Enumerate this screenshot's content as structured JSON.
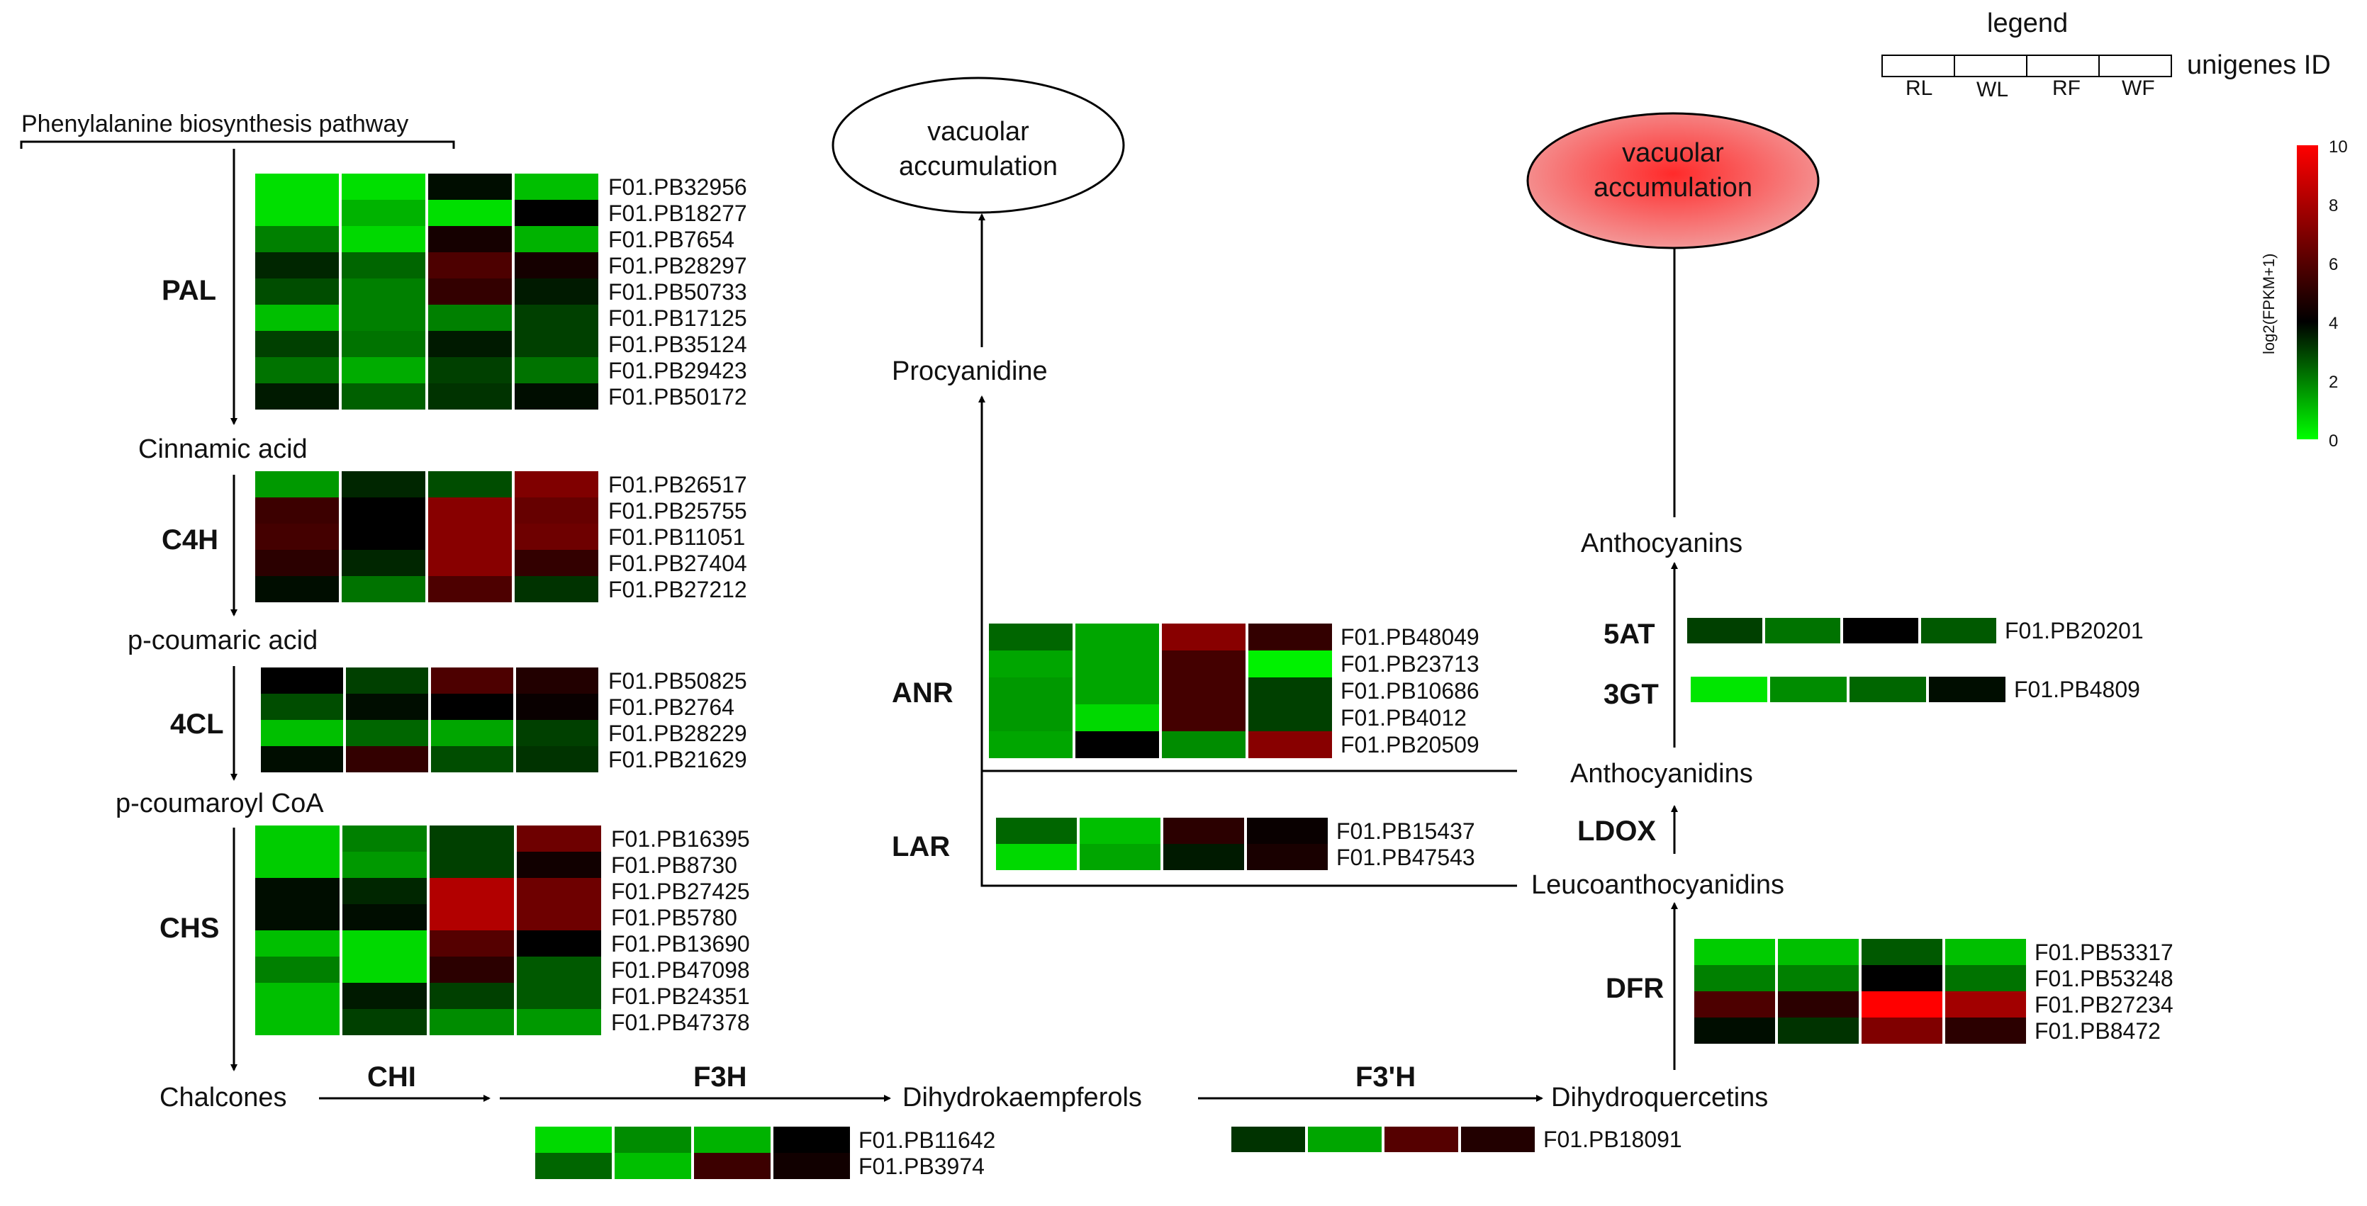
{
  "legend": {
    "title": "legend",
    "id_label": "unigenes ID",
    "columns": [
      "RL",
      "WL",
      "RF",
      "WF"
    ],
    "scale_title": "log2(FPKM+1)",
    "scale_ticks": [
      "10",
      "8",
      "6",
      "4",
      "2",
      "0"
    ],
    "scale_colors": {
      "low": "#00ff00",
      "mid": "#000000",
      "high": "#ff0000"
    }
  },
  "pathway": {
    "start": "Phenylalanine biosynthesis pathway",
    "vacuolar_left": "vacuolar accumulation",
    "vacuolar_right": "vacuolar accumulation",
    "compounds": {
      "cinnamic": "Cinnamic acid",
      "pcoumaric": "p-coumaric acid",
      "pcoumaroyl": "p-coumaroyl CoA",
      "chalcones": "Chalcones",
      "dihydrokaempferols": "Dihydrokaempferols",
      "dihydroquercetins": "Dihydroquercetins",
      "leucoanthocyanidins": "Leucoanthocyanidins",
      "anthocyanidins": "Anthocyanidins",
      "anthocyanins": "Anthocyanins",
      "procyanidine": "Procyanidine"
    }
  },
  "heatmaps": [
    {
      "enzyme": "PAL",
      "genes": [
        {
          "id": "F01.PB32956",
          "values": [
            0.5,
            0.5,
            3.8,
            1.0
          ]
        },
        {
          "id": "F01.PB18277",
          "values": [
            0.5,
            1.2,
            0.5,
            4.0
          ]
        },
        {
          "id": "F01.PB7654",
          "values": [
            2.0,
            0.6,
            4.5,
            1.2
          ]
        },
        {
          "id": "F01.PB28297",
          "values": [
            3.4,
            2.4,
            5.8,
            4.5
          ]
        },
        {
          "id": "F01.PB50733",
          "values": [
            2.8,
            2.0,
            5.2,
            3.6
          ]
        },
        {
          "id": "F01.PB17125",
          "values": [
            1.0,
            2.0,
            2.0,
            3.0
          ]
        },
        {
          "id": "F01.PB35124",
          "values": [
            3.0,
            2.2,
            3.6,
            3.0
          ]
        },
        {
          "id": "F01.PB29423",
          "values": [
            2.2,
            1.3,
            3.0,
            2.2
          ]
        },
        {
          "id": "F01.PB50172",
          "values": [
            3.6,
            2.5,
            3.2,
            3.8
          ]
        }
      ]
    },
    {
      "enzyme": "C4H",
      "genes": [
        {
          "id": "F01.PB26517",
          "values": [
            1.6,
            3.4,
            2.8,
            7.0
          ]
        },
        {
          "id": "F01.PB25755",
          "values": [
            5.4,
            4.0,
            7.2,
            6.4
          ]
        },
        {
          "id": "F01.PB11051",
          "values": [
            5.6,
            4.0,
            7.2,
            6.6
          ]
        },
        {
          "id": "F01.PB27404",
          "values": [
            5.0,
            3.4,
            7.2,
            5.2
          ]
        },
        {
          "id": "F01.PB27212",
          "values": [
            3.8,
            2.2,
            5.8,
            3.2
          ]
        }
      ]
    },
    {
      "enzyme": "4CL",
      "genes": [
        {
          "id": "F01.PB50825",
          "values": [
            4.0,
            3.0,
            5.8,
            4.8
          ]
        },
        {
          "id": "F01.PB2764",
          "values": [
            2.8,
            3.8,
            4.0,
            4.2
          ]
        },
        {
          "id": "F01.PB28229",
          "values": [
            1.0,
            2.4,
            1.4,
            3.0
          ]
        },
        {
          "id": "F01.PB21629",
          "values": [
            3.8,
            5.2,
            2.8,
            3.2
          ]
        }
      ]
    },
    {
      "enzyme": "CHS",
      "genes": [
        {
          "id": "F01.PB16395",
          "values": [
            0.8,
            2.0,
            3.0,
            6.6
          ]
        },
        {
          "id": "F01.PB8730",
          "values": [
            0.8,
            1.6,
            3.0,
            4.4
          ]
        },
        {
          "id": "F01.PB27425",
          "values": [
            3.8,
            3.4,
            8.2,
            6.6
          ]
        },
        {
          "id": "F01.PB5780",
          "values": [
            3.8,
            3.8,
            8.2,
            6.6
          ]
        },
        {
          "id": "F01.PB13690",
          "values": [
            1.0,
            0.6,
            6.0,
            4.0
          ]
        },
        {
          "id": "F01.PB47098",
          "values": [
            2.0,
            0.6,
            5.0,
            2.6
          ]
        },
        {
          "id": "F01.PB24351",
          "values": [
            1.0,
            3.6,
            3.0,
            2.6
          ]
        },
        {
          "id": "F01.PB47378",
          "values": [
            1.0,
            3.0,
            1.8,
            1.6
          ]
        }
      ]
    },
    {
      "enzyme": "F3H",
      "genes": [
        {
          "id": "F01.PB11642",
          "values": [
            0.6,
            1.8,
            1.2,
            4.0
          ]
        },
        {
          "id": "F01.PB3974",
          "values": [
            2.4,
            1.0,
            5.4,
            4.4
          ]
        }
      ]
    },
    {
      "enzyme": "F3'H",
      "genes": [
        {
          "id": "F01.PB18091",
          "values": [
            3.2,
            1.4,
            6.0,
            4.8
          ]
        }
      ]
    },
    {
      "enzyme": "DFR",
      "genes": [
        {
          "id": "F01.PB53317",
          "values": [
            0.8,
            1.0,
            2.6,
            1.0
          ]
        },
        {
          "id": "F01.PB53248",
          "values": [
            2.0,
            2.0,
            4.0,
            2.2
          ]
        },
        {
          "id": "F01.PB27234",
          "values": [
            5.8,
            5.0,
            10.0,
            7.8
          ]
        },
        {
          "id": "F01.PB8472",
          "values": [
            3.8,
            3.2,
            7.0,
            5.0
          ]
        }
      ]
    },
    {
      "enzyme": "ANR",
      "genes": [
        {
          "id": "F01.PB48049",
          "values": [
            2.4,
            1.4,
            7.2,
            5.2
          ]
        },
        {
          "id": "F01.PB23713",
          "values": [
            1.4,
            1.4,
            5.6,
            0.2
          ]
        },
        {
          "id": "F01.PB10686",
          "values": [
            1.6,
            1.4,
            5.6,
            3.0
          ]
        },
        {
          "id": "F01.PB4012",
          "values": [
            1.6,
            0.6,
            5.6,
            3.0
          ]
        },
        {
          "id": "F01.PB20509",
          "values": [
            1.4,
            4.0,
            1.8,
            7.2
          ]
        }
      ]
    },
    {
      "enzyme": "LAR",
      "genes": [
        {
          "id": "F01.PB15437",
          "values": [
            2.4,
            1.0,
            5.0,
            4.2
          ]
        },
        {
          "id": "F01.PB47543",
          "values": [
            0.6,
            1.4,
            3.6,
            4.6
          ]
        }
      ]
    },
    {
      "enzyme": "5AT",
      "genes": [
        {
          "id": "F01.PB20201",
          "values": [
            3.0,
            2.2,
            4.0,
            2.6
          ]
        }
      ]
    },
    {
      "enzyme": "3GT",
      "genes": [
        {
          "id": "F01.PB4809",
          "values": [
            0.4,
            1.8,
            2.4,
            3.8
          ]
        }
      ]
    },
    {
      "enzyme": "CHI",
      "genes": []
    }
  ]
}
